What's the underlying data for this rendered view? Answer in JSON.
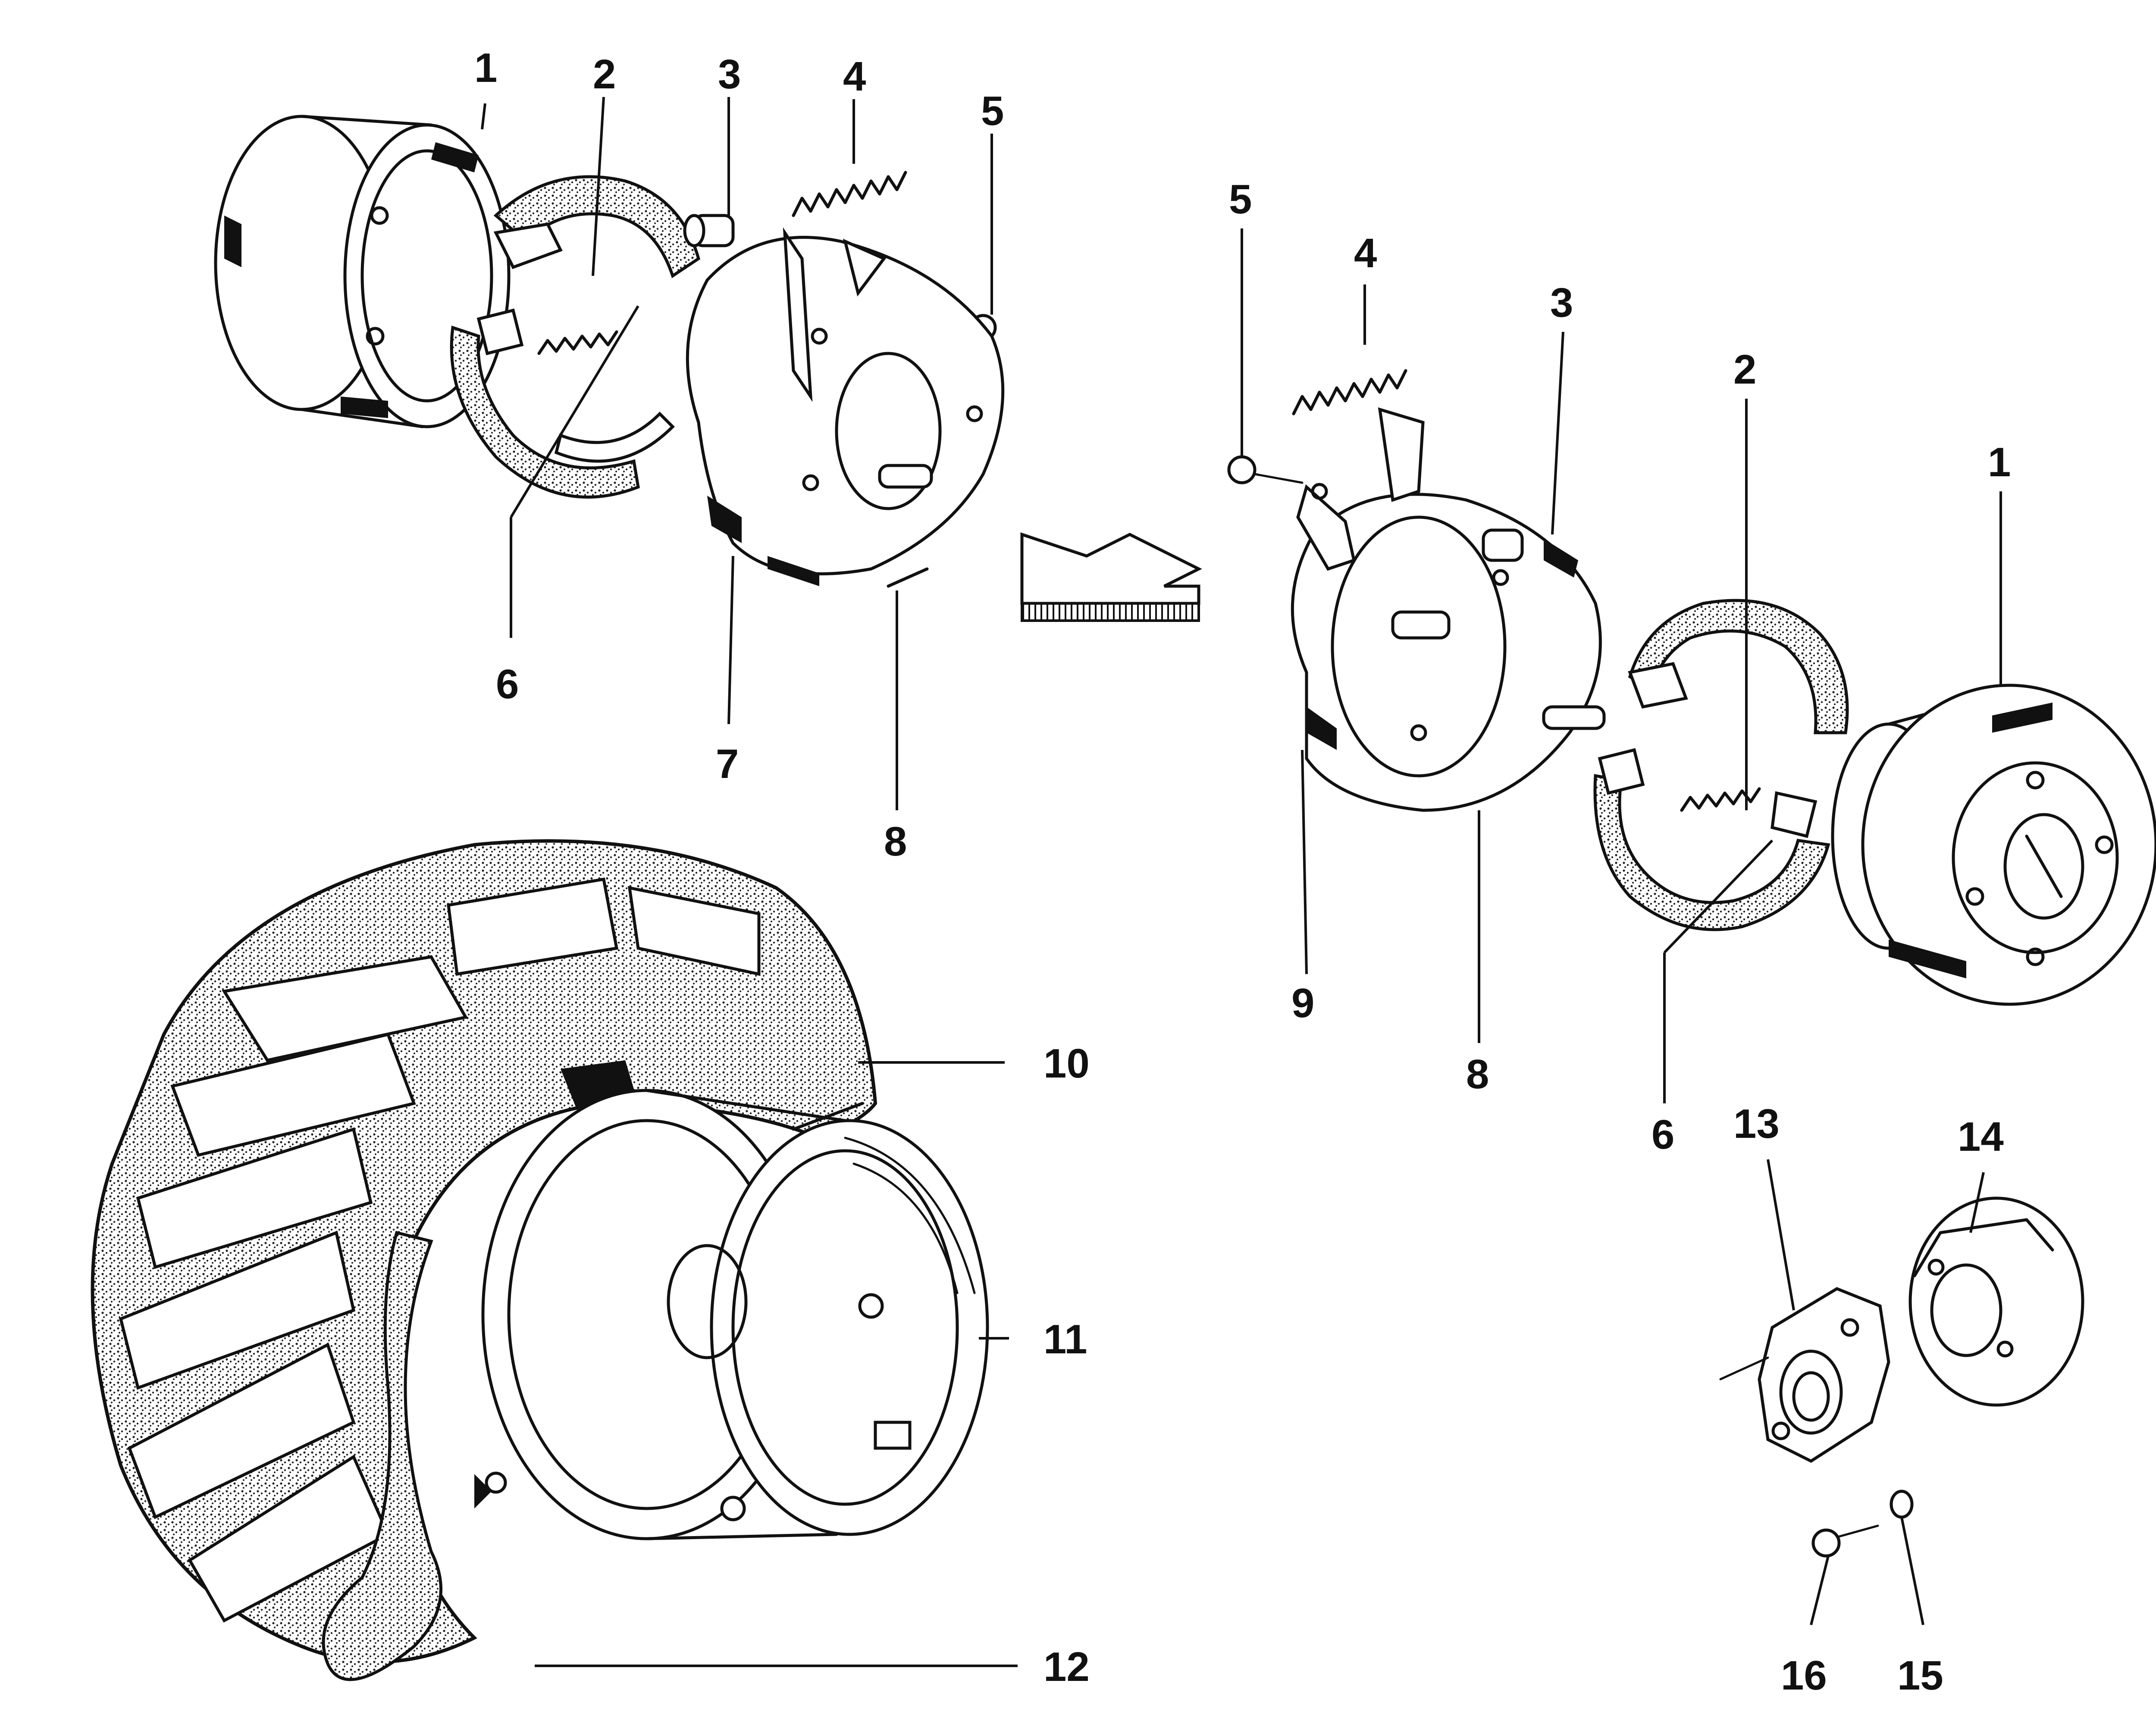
{
  "diagram": {
    "callouts": {
      "left_assembly": [
        "1",
        "2",
        "3",
        "4",
        "5",
        "6",
        "7",
        "8"
      ],
      "right_assembly": [
        "5",
        "4",
        "3",
        "2",
        "1",
        "9",
        "8",
        "6"
      ],
      "wheel": [
        "10",
        "11",
        "12"
      ],
      "hub": [
        "13",
        "14",
        "16",
        "15"
      ]
    },
    "icons": [
      "brake-drum-icon",
      "brake-shoe-icon",
      "spring-icon",
      "bolt-icon",
      "backing-plate-icon",
      "tyre-icon",
      "rim-icon",
      "inner-tube-icon",
      "hub-icon",
      "flange-plate-icon",
      "washer-icon",
      "mirror-arrow-icon"
    ],
    "colors": {
      "ink": "#111111",
      "paper": "#ffffff"
    }
  }
}
